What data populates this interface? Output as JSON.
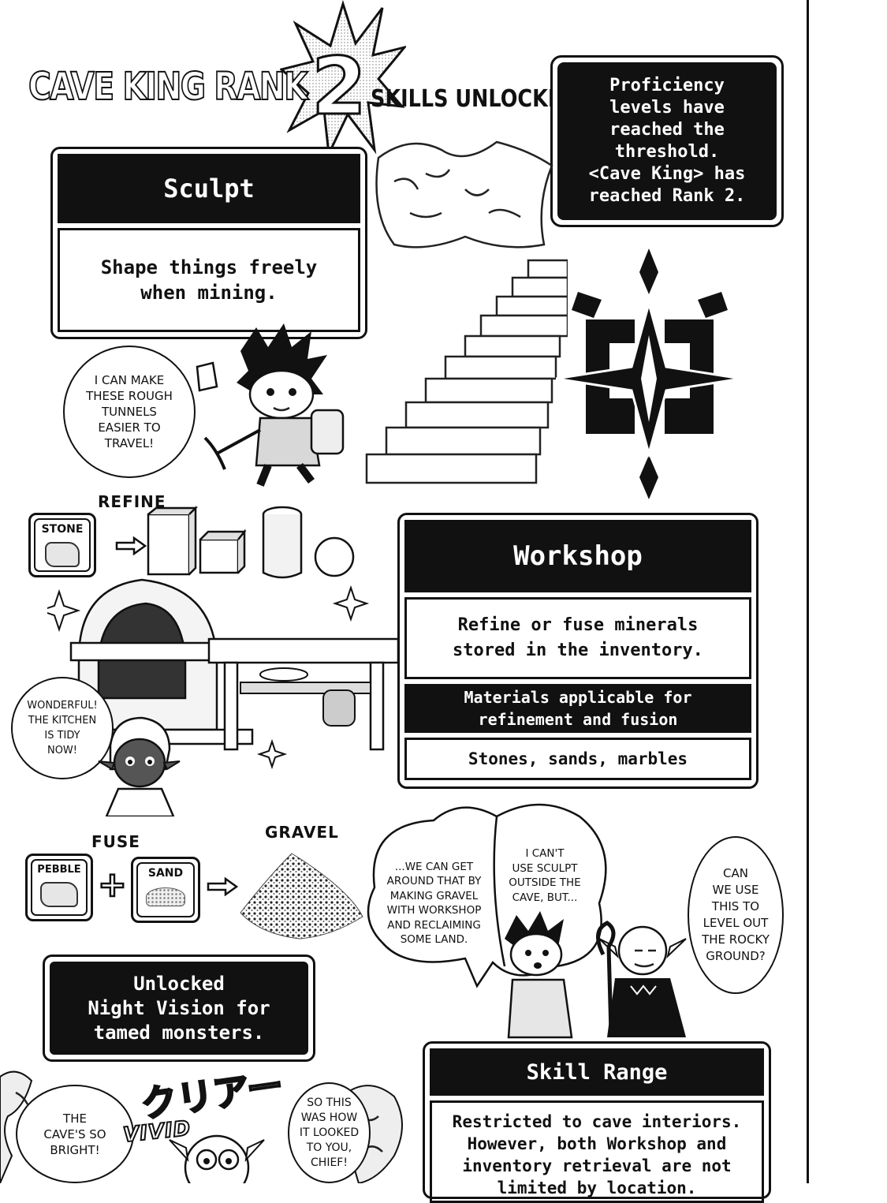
{
  "title": {
    "main": "CAVE KING RANK",
    "rank": "2",
    "sub": "SKILLS UNLOCKED"
  },
  "notice": {
    "text": "Proficiency\nlevels have\nreached the\nthreshold.\n<Cave King> has\nreached Rank 2."
  },
  "sculpt": {
    "heading": "Sculpt",
    "description": "Shape things freely\nwhen mining."
  },
  "bubbles": {
    "hero_tunnels": "I CAN MAKE\nTHESE ROUGH\nTUNNELS\nEASIER TO\nTRAVEL!",
    "elf_kitchen": "WONDERFUL!\nTHE KITCHEN\nIS TIDY\nNOW!",
    "hero_gravel": "...WE CAN GET\nAROUND THAT BY\nMAKING GRAVEL\nWITH WORKSHOP\nAND RECLAIMING\nSOME LAND.",
    "hero_cant": "I CAN'T\nUSE SCULPT\nOUTSIDE THE\nCAVE, BUT...",
    "goblin_level": "CAN\nWE USE\nTHIS TO\nLEVEL OUT\nTHE ROCKY\nGROUND?",
    "cave_bright": "THE\nCAVE'S SO\nBRIGHT!",
    "chief": "SO THIS\nWAS HOW\nIT LOOKED\nTO YOU,\nCHIEF!"
  },
  "refine": {
    "label": "REFINE",
    "input_label": "STONE"
  },
  "workshop": {
    "heading": "Workshop",
    "description": "Refine or fuse minerals\nstored in the inventory.",
    "materials_heading": "Materials applicable for\nrefinement and fusion",
    "materials": "Stones, sands, marbles"
  },
  "fuse": {
    "label": "FUSE",
    "input_a": "PEBBLE",
    "plus": "+",
    "input_b": "SAND",
    "output_label": "GRAVEL"
  },
  "night_vision": {
    "text": "Unlocked\nNight Vision for\ntamed monsters."
  },
  "sfx": {
    "katakana": "クリアー",
    "vivid": "VIVID"
  },
  "skill_range": {
    "heading": "Skill Range",
    "description": "Restricted to cave interiors.\nHowever, both Workshop and\ninventory retrieval are not\nlimited by location."
  }
}
